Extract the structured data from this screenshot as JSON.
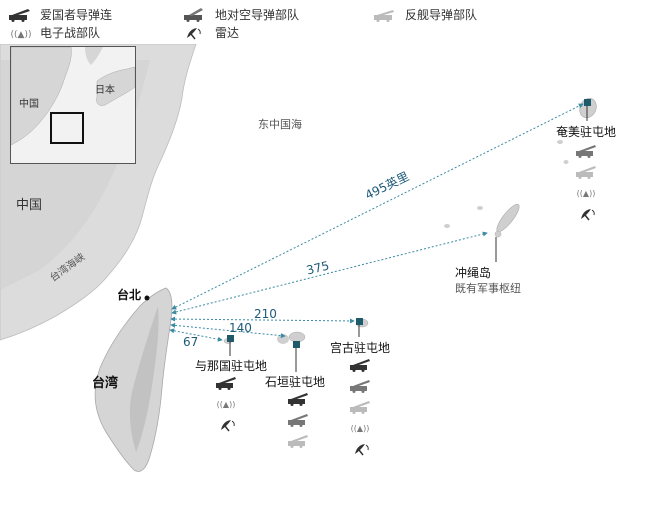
{
  "legend": {
    "patriot": "爱国者导弹连",
    "sam": "地对空导弹部队",
    "anti_ship": "反舰导弹部队",
    "ew": "电子战部队",
    "radar": "雷达"
  },
  "inset": {
    "china": "中国",
    "japan": "日本"
  },
  "labels": {
    "east_china_sea": "东中国海",
    "china": "中国",
    "taiwan_strait": "台湾海峡",
    "taipei": "台北",
    "taiwan": "台湾",
    "okinawa": "冲绳岛",
    "okinawa_sub": "既有军事枢纽",
    "amami": "奄美驻屯地",
    "miyako": "宫古驻屯地",
    "ishigaki": "石垣驻屯地",
    "yonaguni": "与那国驻屯地"
  },
  "distances": {
    "amami": "495英里",
    "okinawa": "375",
    "miyako": "210",
    "ishigaki": "140",
    "yonaguni": "67"
  },
  "colors": {
    "route": "#3a8ba3",
    "base_marker": "#1e5a6a",
    "land": "#d9d9d9",
    "sea": "#ffffff",
    "icon_dark": "#333333",
    "icon_light": "#bbbbbb"
  },
  "icons": {
    "patriot": "missile-launcher-icon",
    "sam": "sam-launcher-icon",
    "anti_ship": "anti-ship-launcher-icon",
    "ew": "ew-signal-icon",
    "radar": "radar-dish-icon"
  }
}
